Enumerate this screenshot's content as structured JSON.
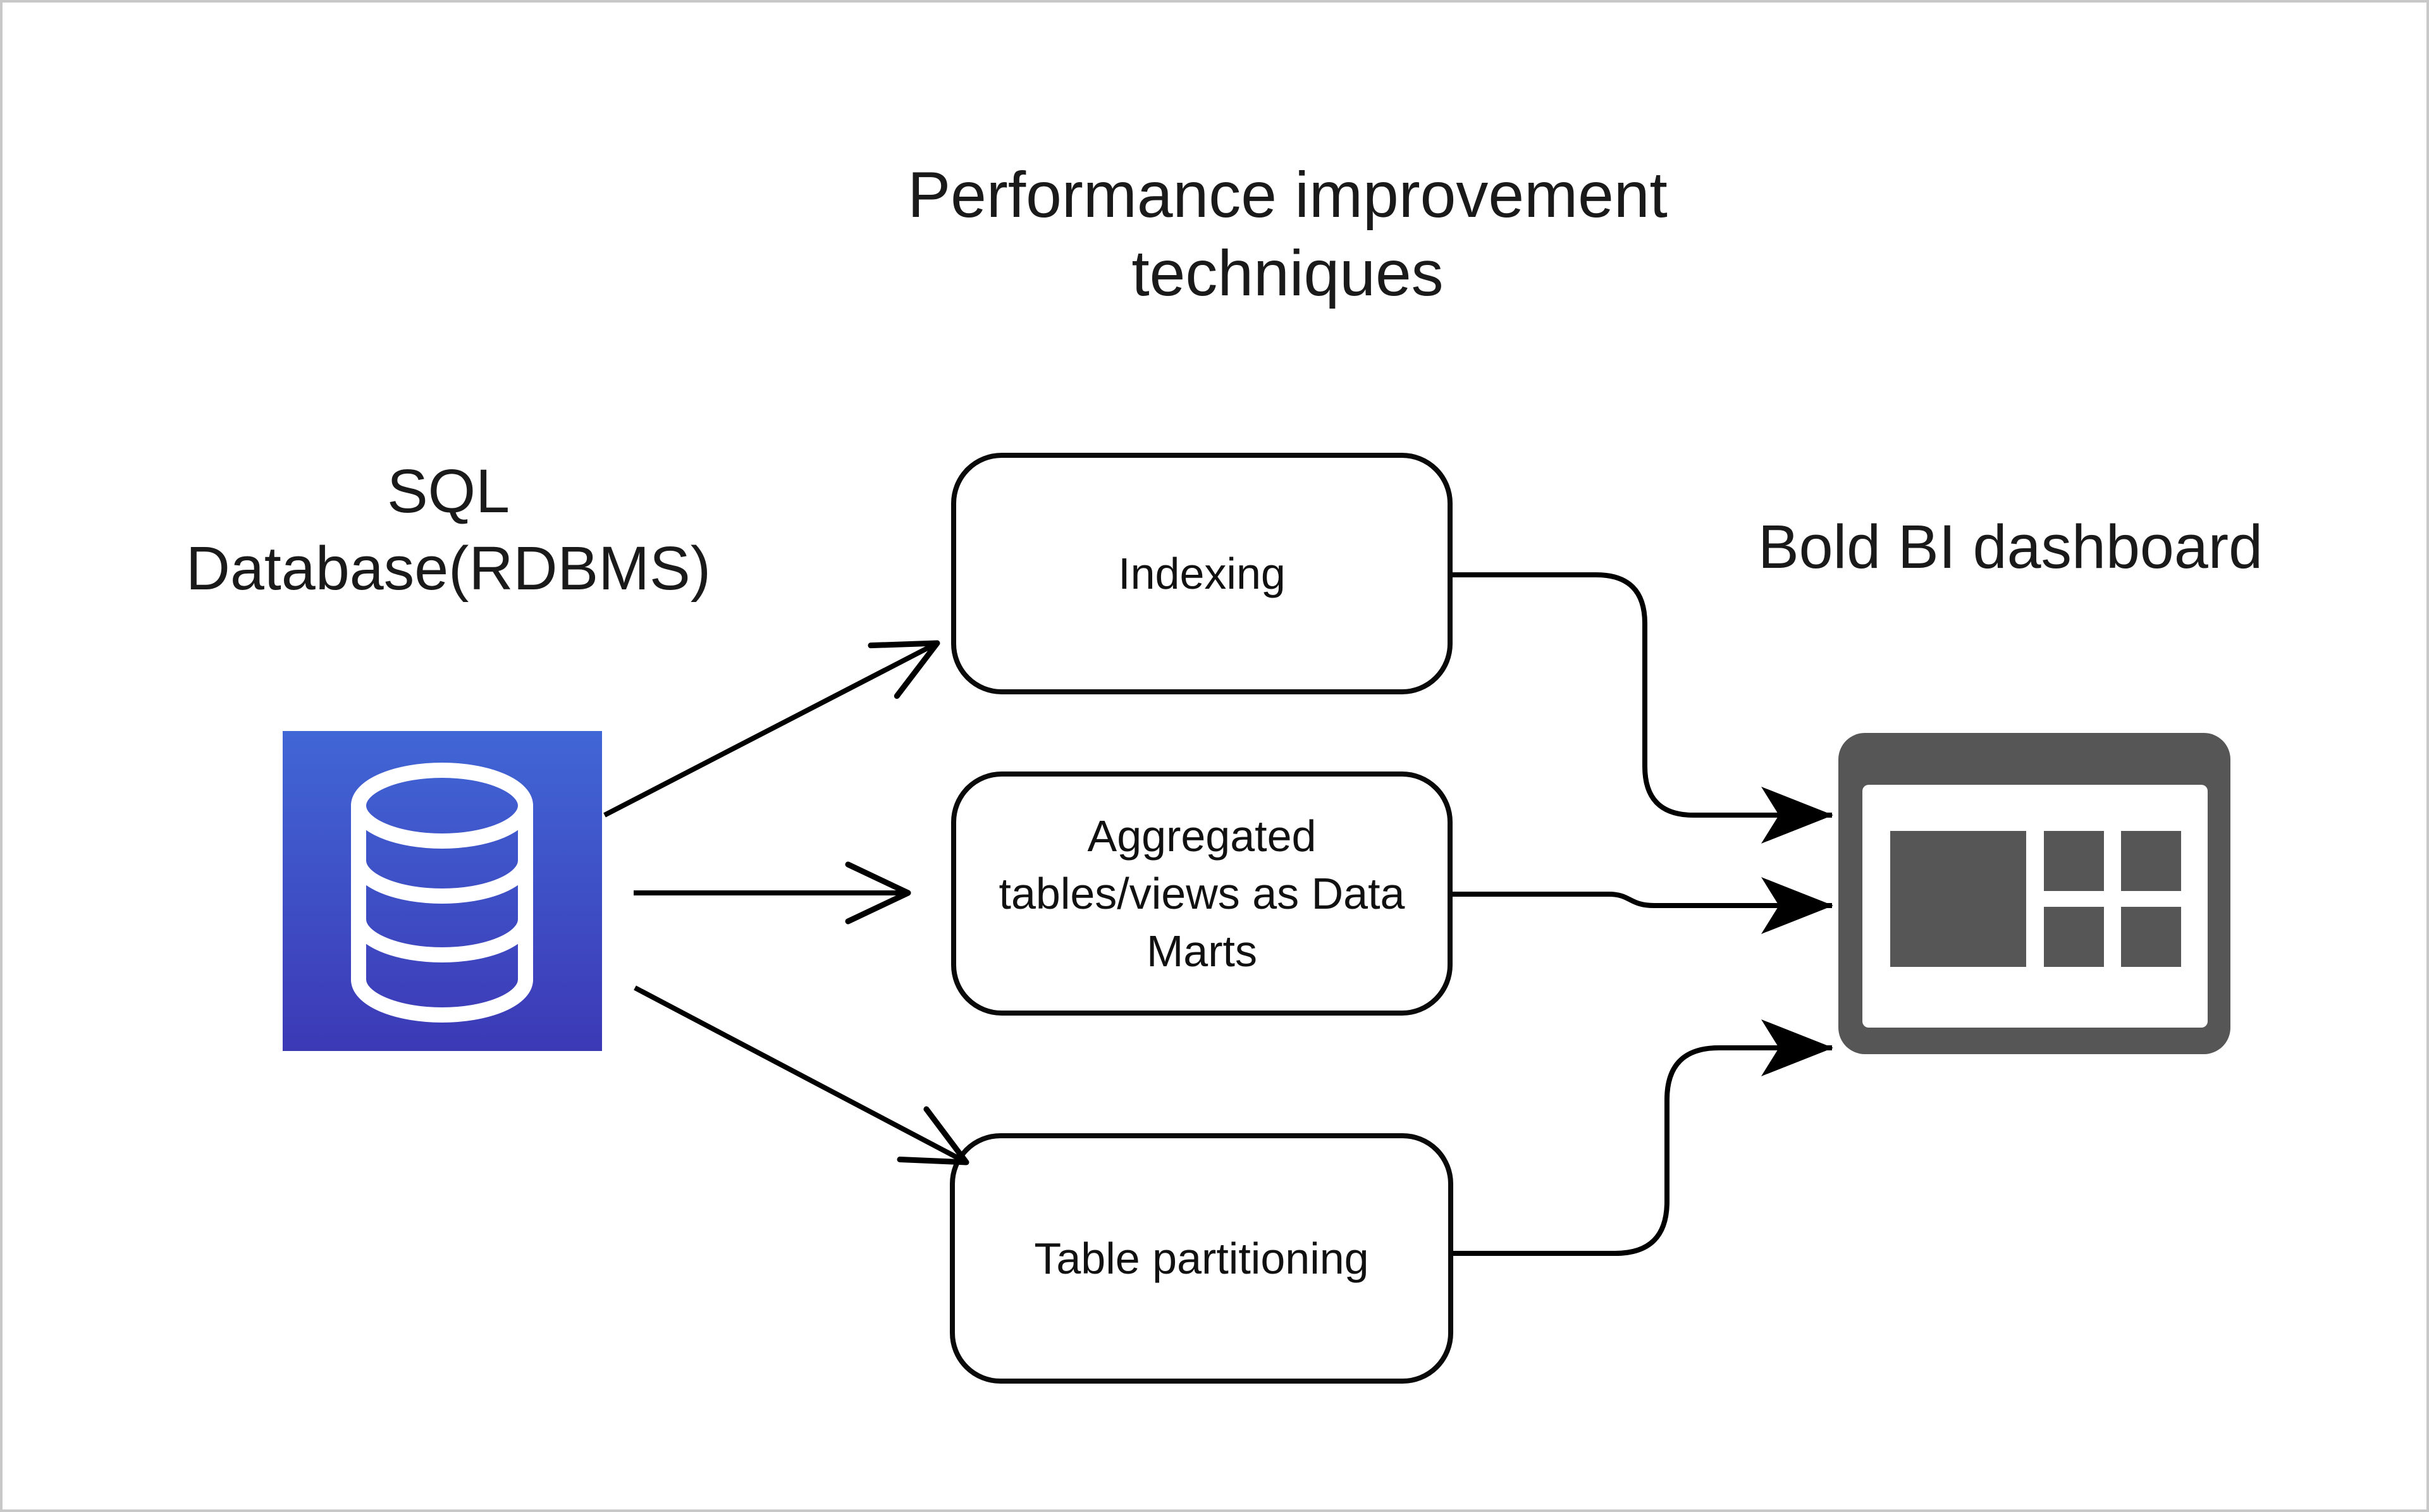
{
  "title": "Performance improvement\ntechniques",
  "source": {
    "label": "SQL\nDatabase(RDBMS)",
    "icon": "database-icon"
  },
  "techniques": [
    {
      "label": "Indexing"
    },
    {
      "label": "Aggregated\ntables/views as Data\nMarts"
    },
    {
      "label": "Table partitioning"
    }
  ],
  "target": {
    "label": "Bold BI dashboard",
    "icon": "dashboard-icon"
  },
  "colors": {
    "database_icon_top": "#4166D6",
    "database_icon_bottom": "#3C39B5",
    "database_icon_glyph": "#FFFFFF",
    "dashboard_icon": "#565656",
    "dashboard_icon_inner": "#FFFFFF",
    "connector": "#000000",
    "box_border": "#0A0A0A",
    "text": "#1A1A1A",
    "canvas_border": "#C8C8C8"
  }
}
